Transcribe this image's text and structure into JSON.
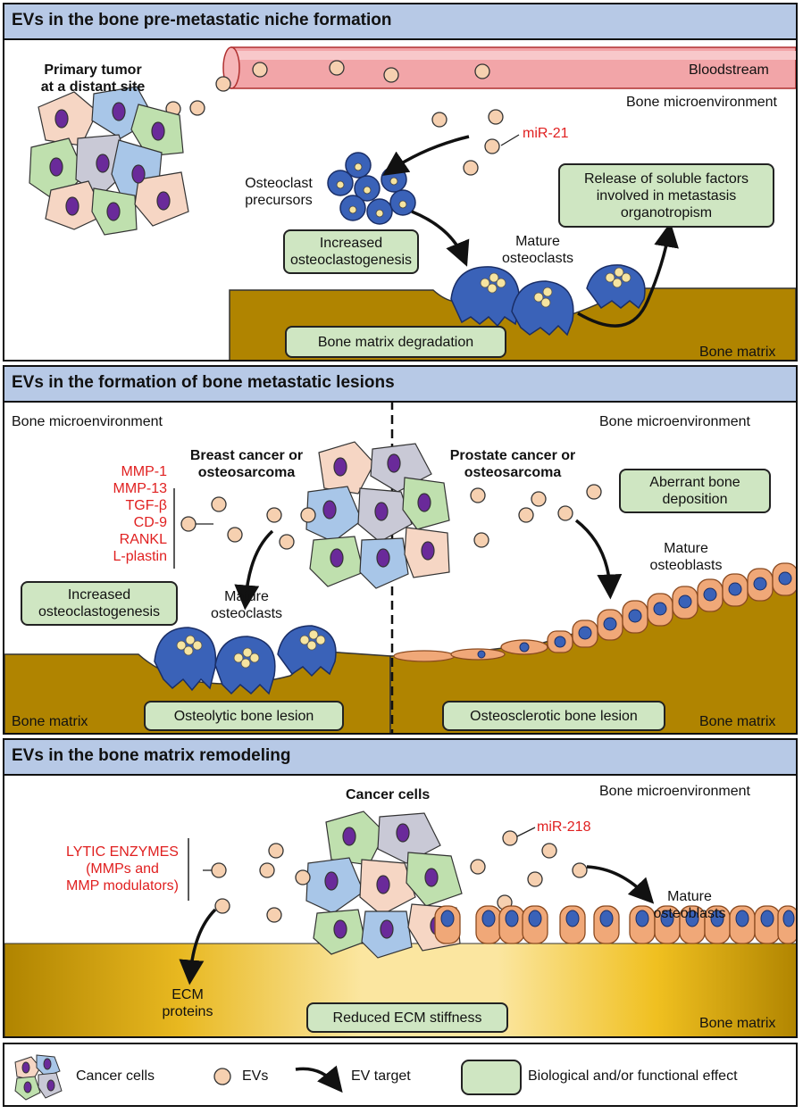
{
  "panel1": {
    "title": "EVs in the bone pre-metastatic niche formation",
    "primary_tumor": "Primary tumor\nat a distant site",
    "bloodstream": "Bloodstream",
    "bone_microenvironment": "Bone microenvironment",
    "mirna": "miR-21",
    "osteoclast_precursors": "Osteoclast\nprecursors",
    "release_box": "Release of soluble factors\ninvolved in metastasis\norganotropism",
    "increased_box": "Increased\nosteoclastogenesis",
    "mature_osteoclasts": "Mature\nosteoclasts",
    "degradation_box": "Bone matrix degradation",
    "bone_matrix": "Bone matrix"
  },
  "panel2": {
    "title": "EVs in the formation of bone metastatic lesions",
    "bone_microenv_left": "Bone microenvironment",
    "bone_microenv_right": "Bone microenvironment",
    "breast_cancer": "Breast cancer or\nosteosarcoma",
    "prostate_cancer": "Prostate cancer or\nosteosarcoma",
    "molecules": [
      "MMP-1",
      "MMP-13",
      "TGF-β",
      "CD-9",
      "RANKL",
      "L-plastin"
    ],
    "aberrant_box": "Aberrant bone\ndeposition",
    "mature_osteoblasts": "Mature\nosteoblasts",
    "increased_box": "Increased\nosteoclastogenesis",
    "mature_osteoclasts": "Mature\nosteoclasts",
    "bone_matrix_left": "Bone matrix",
    "bone_matrix_right": "Bone matrix",
    "osteolytic_box": "Osteolytic bone lesion",
    "osteosclerotic_box": "Osteosclerotic bone lesion"
  },
  "panel3": {
    "title": "EVs in the bone matrix remodeling",
    "cancer_cells": "Cancer cells",
    "bone_microenvironment": "Bone microenvironment",
    "mirna": "miR-218",
    "lytic": "LYTIC ENZYMES\n(MMPs and\nMMP modulators)",
    "mature_osteoblasts": "Mature\nosteoblasts",
    "ecm_proteins": "ECM\nproteins",
    "reduced_box": "Reduced ECM stiffness",
    "bone_matrix": "Bone matrix"
  },
  "legend": {
    "cancer_cells": "Cancer cells",
    "evs": "EVs",
    "ev_target": "EV target",
    "effect": "Biological and/or functional effect"
  },
  "colors": {
    "header": "#b7c9e6",
    "green_box": "#cfe6c2",
    "bone": "#b08400",
    "ev": "#f6d0b0",
    "osteoclast": "#3a62b8",
    "osteoblast": "#f0a878",
    "red_text": "#e02020"
  }
}
